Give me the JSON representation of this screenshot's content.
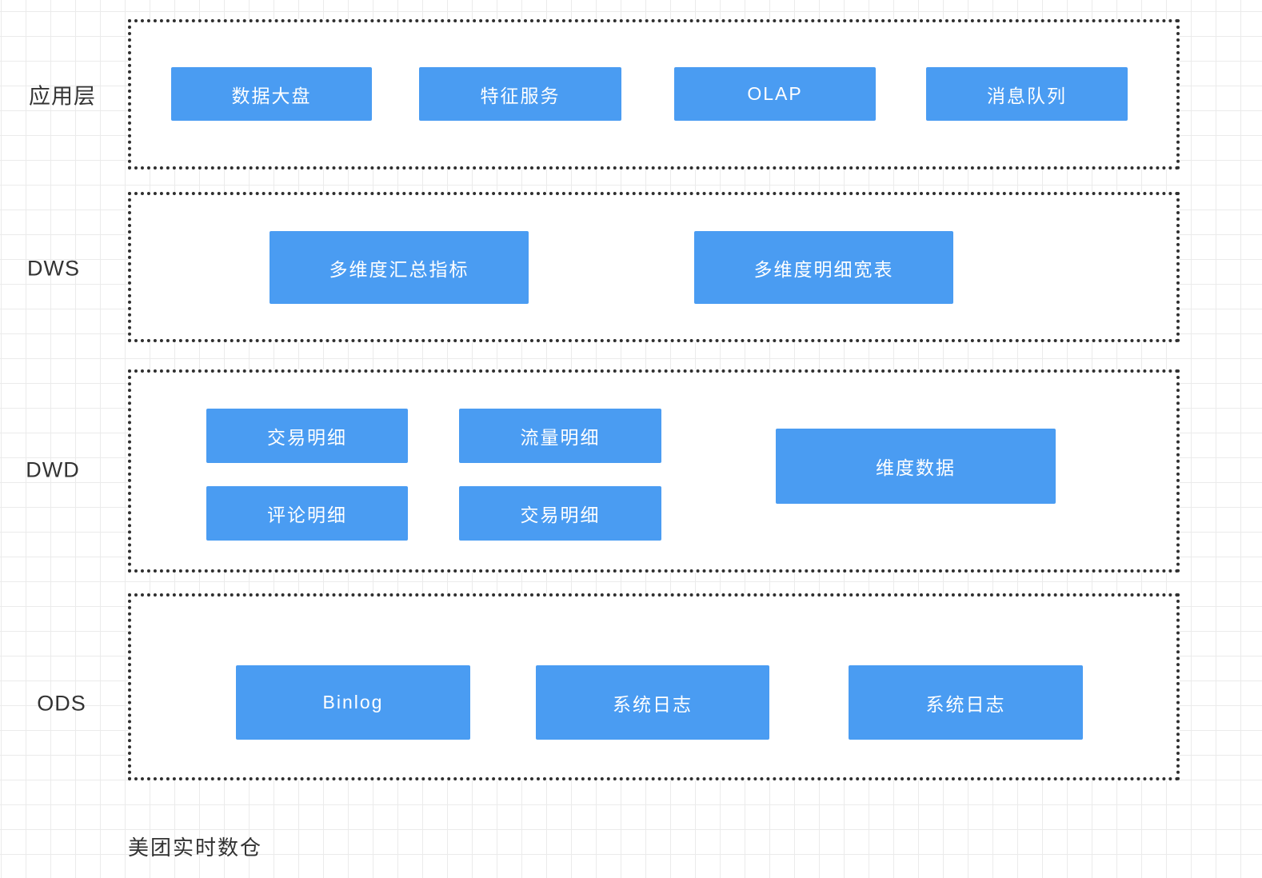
{
  "diagram": {
    "caption": "美团实时数仓",
    "colors": {
      "node_fill": "#4a9cf2",
      "node_text": "#ffffff",
      "container_border": "#2f2f2f",
      "container_fill": "#ffffff",
      "grid_line": "#ebebeb",
      "background": "#ffffff",
      "label_color": "#333333"
    },
    "layers": [
      {
        "label": "应用层",
        "nodes": [
          {
            "label": "数据大盘"
          },
          {
            "label": "特征服务"
          },
          {
            "label": "OLAP"
          },
          {
            "label": "消息队列"
          }
        ]
      },
      {
        "label": "DWS",
        "nodes": [
          {
            "label": "多维度汇总指标"
          },
          {
            "label": "多维度明细宽表"
          }
        ]
      },
      {
        "label": "DWD",
        "nodes": [
          {
            "label": "交易明细"
          },
          {
            "label": "流量明细"
          },
          {
            "label": "维度数据"
          },
          {
            "label": "评论明细"
          },
          {
            "label": "交易明细"
          }
        ]
      },
      {
        "label": "ODS",
        "nodes": [
          {
            "label": "Binlog"
          },
          {
            "label": "系统日志"
          },
          {
            "label": "系统日志"
          }
        ]
      }
    ]
  }
}
